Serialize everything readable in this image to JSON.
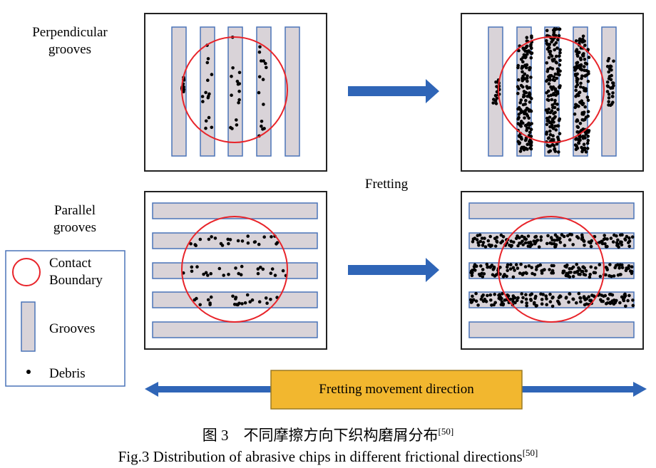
{
  "labels": {
    "perpendicular": [
      "Perpendicular",
      "grooves"
    ],
    "parallel": [
      "Parallel",
      "grooves"
    ],
    "fretting": "Fretting",
    "movement": "Fretting movement direction"
  },
  "legend": {
    "contact": [
      "Contact",
      "Boundary"
    ],
    "grooves": "Grooves",
    "debris": "Debris"
  },
  "caption": {
    "cn": "图 3　不同摩擦方向下织构磨屑分布",
    "cn_ref": "[50]",
    "en": "Fig.3 Distribution of abrasive chips in different frictional directions",
    "en_ref": "[50]"
  },
  "colors": {
    "circle": "#e8242a",
    "groove_fill": "#d9d3d8",
    "groove_stroke": "#4a74b8",
    "arrow": "#2f65b7",
    "movement_box": "#f2b72f",
    "movement_box_stroke": "#9b7a23"
  }
}
